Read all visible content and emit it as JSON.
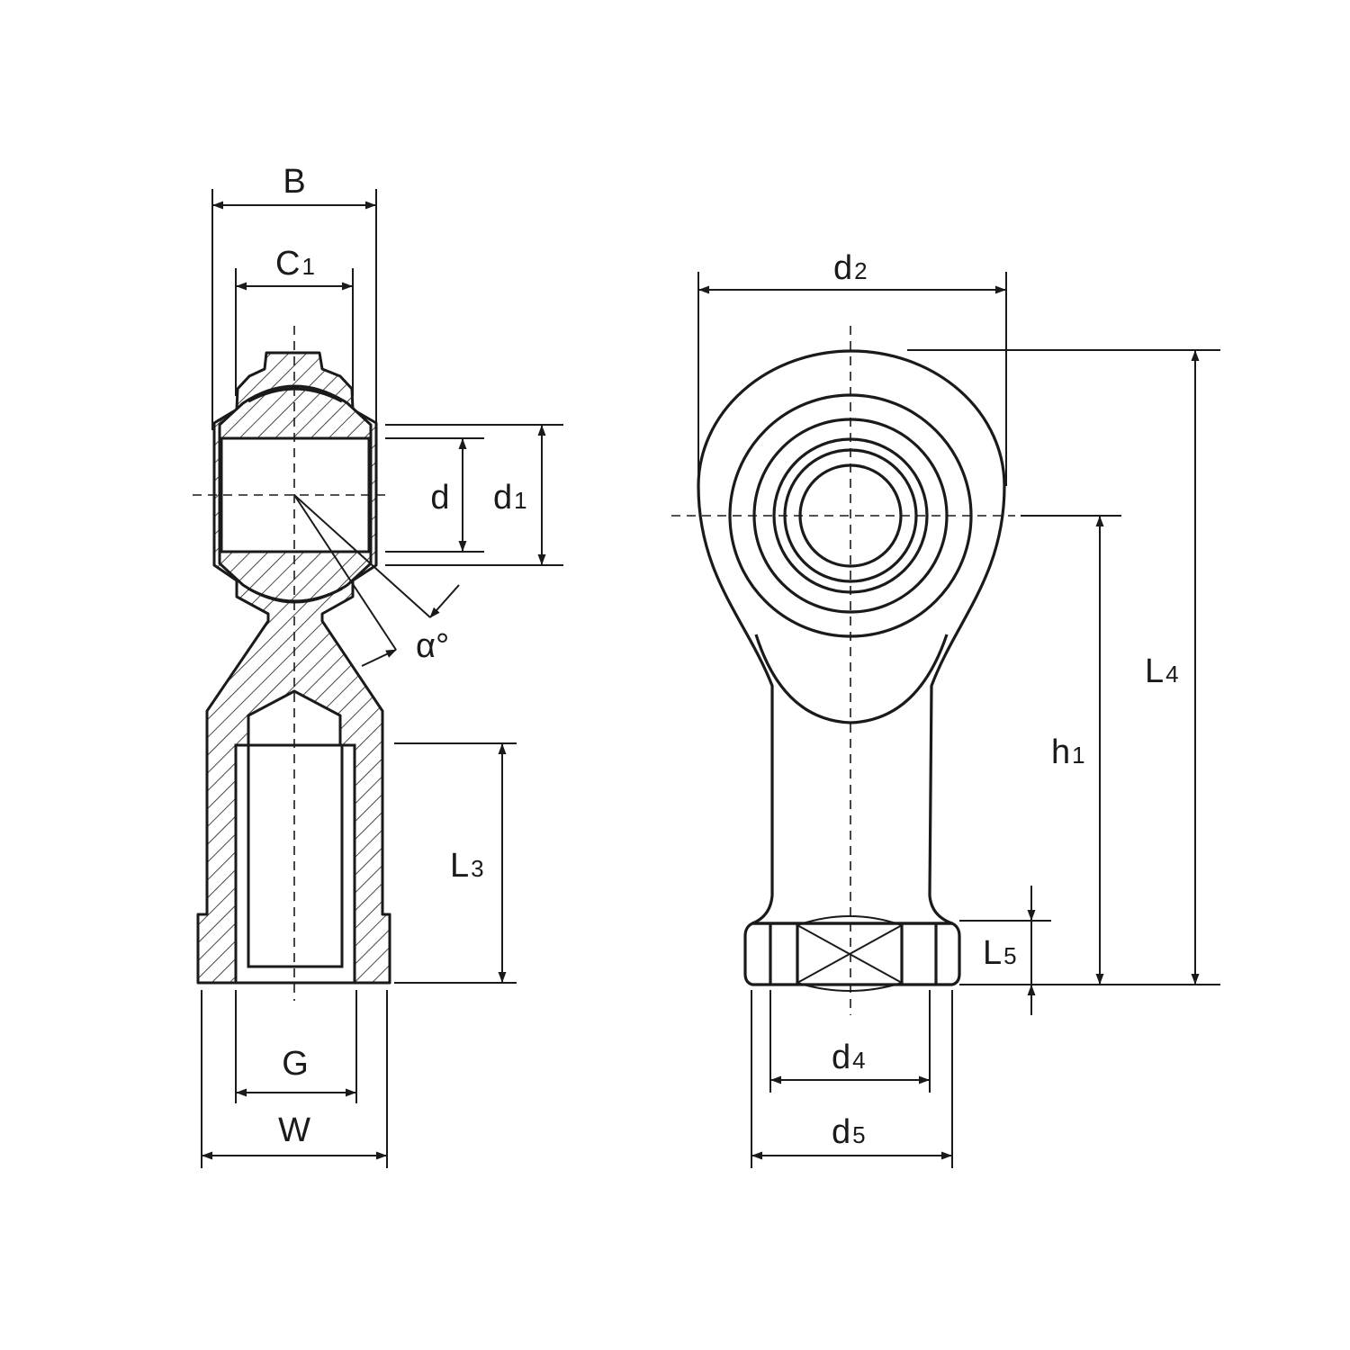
{
  "section_view": {
    "labels": {
      "B": "B",
      "C": "C",
      "C_sub": "1",
      "d": "d",
      "d1": "d",
      "d1_sub": "1",
      "alpha": "α°",
      "L3": "L",
      "L3_sub": "3",
      "G": "G",
      "W": "W"
    }
  },
  "front_view": {
    "labels": {
      "d2": "d",
      "d2_sub": "2",
      "L4": "L",
      "L4_sub": "4",
      "h1": "h",
      "h1_sub": "1",
      "L5": "L",
      "L5_sub": "5",
      "d4": "d",
      "d4_sub": "4",
      "d5": "d",
      "d5_sub": "5"
    }
  },
  "colors": {
    "line": "#1a1a1a",
    "background": "#ffffff"
  }
}
